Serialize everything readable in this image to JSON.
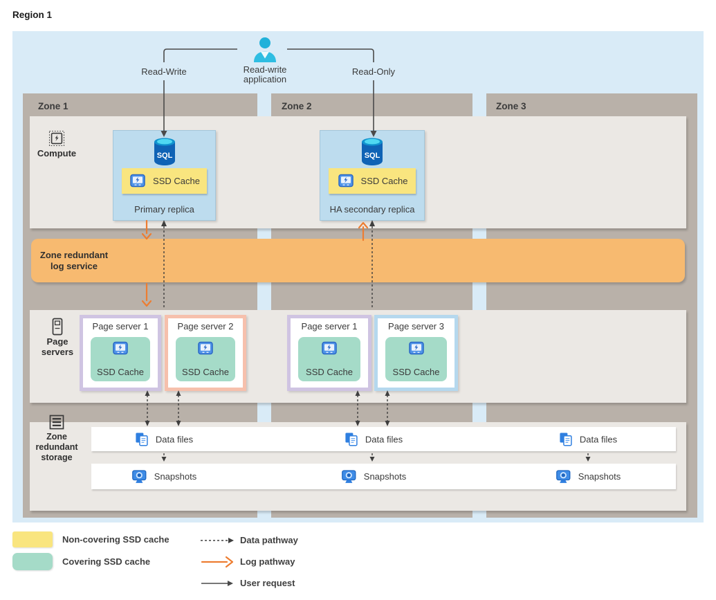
{
  "region": {
    "label": "Region 1"
  },
  "application": {
    "line1": "Read-write",
    "line2": "application",
    "read_write_label": "Read-Write",
    "read_only_label": "Read-Only"
  },
  "zones": [
    {
      "label": "Zone 1"
    },
    {
      "label": "Zone 2"
    },
    {
      "label": "Zone 3"
    }
  ],
  "compute": {
    "label": "Compute",
    "sql_text": "SQL",
    "replicas": [
      {
        "ssd_label": "SSD Cache",
        "caption": "Primary replica"
      },
      {
        "ssd_label": "SSD Cache",
        "caption": "HA secondary replica"
      }
    ]
  },
  "log_service": {
    "line1": "Zone redundant",
    "line2": "log service"
  },
  "page_servers": {
    "label_line1": "Page",
    "label_line2": "servers",
    "items": [
      {
        "title": "Page server 1",
        "ssd_label": "SSD Cache",
        "border_color": "#cfc4e2"
      },
      {
        "title": "Page server 2",
        "ssd_label": "SSD Cache",
        "border_color": "#f6c0ac"
      },
      {
        "title": "Page server 1",
        "ssd_label": "SSD Cache",
        "border_color": "#cfc4e2"
      },
      {
        "title": "Page server 3",
        "ssd_label": "SSD Cache",
        "border_color": "#b5d8ee"
      }
    ]
  },
  "storage": {
    "label_line1": "Zone",
    "label_line2": "redundant",
    "label_line3": "storage",
    "data_files_label": "Data files",
    "snapshots_label": "Snapshots"
  },
  "legend": {
    "cache_items": [
      {
        "label": "Non-covering SSD cache",
        "color": "#f9e57f"
      },
      {
        "label": "Covering SSD cache",
        "color": "#a5dbc8"
      }
    ],
    "pathway_items": [
      {
        "label": "Data pathway",
        "style": "dashed-dark"
      },
      {
        "label": "Log pathway",
        "style": "solid-orange"
      },
      {
        "label": "User request",
        "style": "solid-dark"
      }
    ]
  },
  "colors": {
    "region_bg": "#d9ebf7",
    "zone_column": "#b9b1a9",
    "band": "#ebe8e4",
    "log_band": "#f7ba70",
    "replica_box": "#bddcee",
    "non_covering_cache": "#f9e57f",
    "covering_cache": "#a5dbc8",
    "log_pathway": "#ed7d31",
    "data_pathway": "#3f3f3f",
    "user_request": "#4a4a4a"
  }
}
